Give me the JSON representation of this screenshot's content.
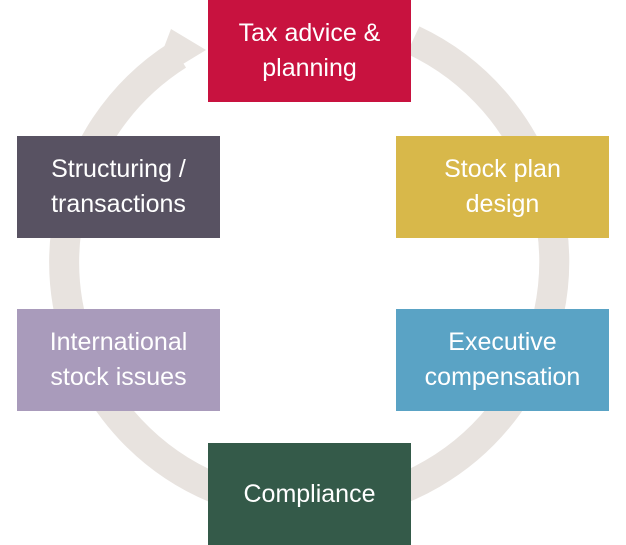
{
  "colors": {
    "ring": "#e8e3df",
    "tax": "#c8123f",
    "stock_plan": "#d8b84a",
    "executive": "#5aa3c5",
    "compliance": "#345a49",
    "international": "#a99bbb",
    "structuring": "#585262"
  },
  "nodes": {
    "tax": {
      "line1": "Tax advice &",
      "line2": "planning"
    },
    "stock_plan": {
      "line1": "Stock plan",
      "line2": "design"
    },
    "executive": {
      "line1": "Executive",
      "line2": "compensation"
    },
    "compliance": {
      "line1": "Compliance"
    },
    "international": {
      "line1": "International",
      "line2": "stock issues"
    },
    "structuring": {
      "line1": "Structuring /",
      "line2": "transactions"
    }
  }
}
